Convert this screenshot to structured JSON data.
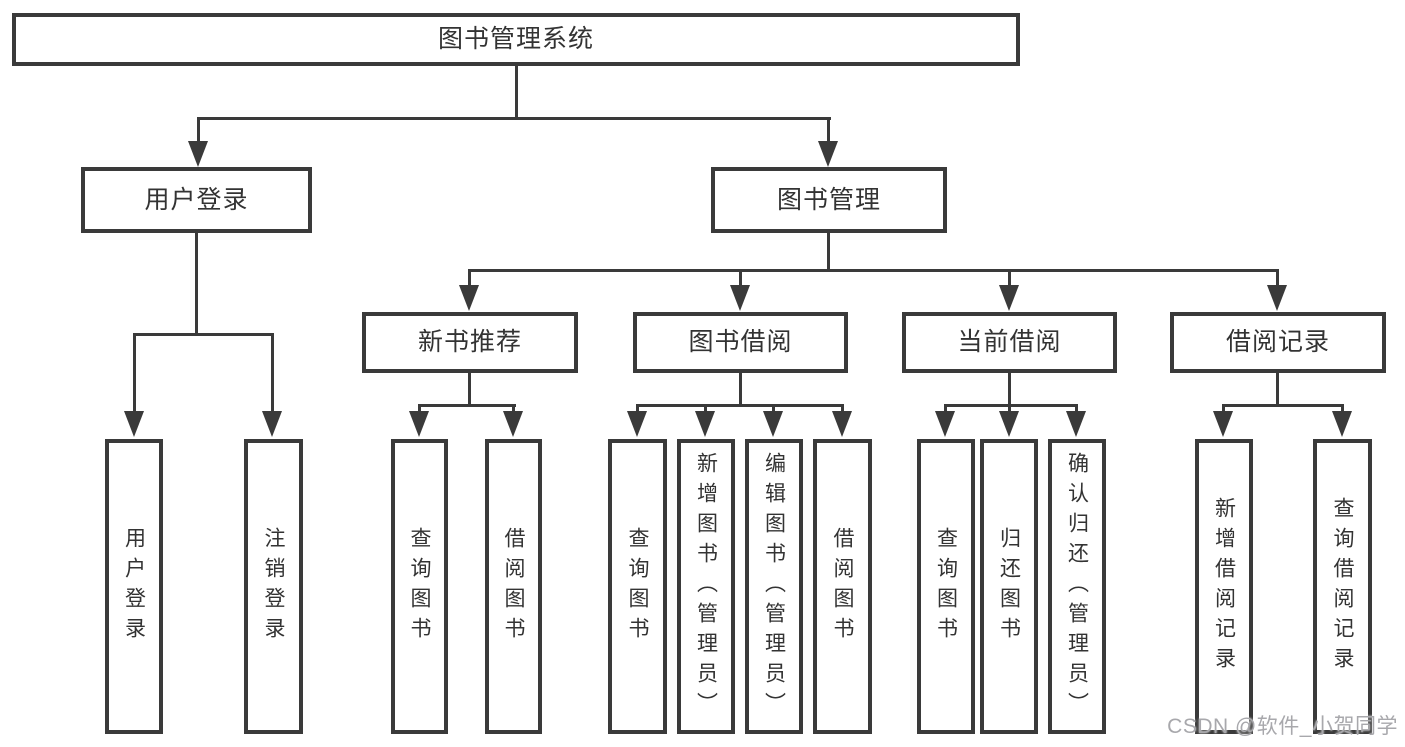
{
  "colors": {
    "line": "#3a3a3a",
    "text": "#333333",
    "background": "#ffffff",
    "watermark": "#a8a8ac"
  },
  "tree": {
    "root": {
      "label": "图书管理系统"
    },
    "children": [
      {
        "label": "用户登录",
        "children": [
          {
            "label": "用户登录"
          },
          {
            "label": "注销登录"
          }
        ]
      },
      {
        "label": "图书管理",
        "children": [
          {
            "label": "新书推荐",
            "children": [
              {
                "label": "查询图书"
              },
              {
                "label": "借阅图书"
              }
            ]
          },
          {
            "label": "图书借阅",
            "children": [
              {
                "label": "查询图书"
              },
              {
                "label": "新增图书（管理员）"
              },
              {
                "label": "编辑图书（管理员）"
              },
              {
                "label": "借阅图书"
              }
            ]
          },
          {
            "label": "当前借阅",
            "children": [
              {
                "label": "查询图书"
              },
              {
                "label": "归还图书"
              },
              {
                "label": "确认归还（管理员）"
              }
            ]
          },
          {
            "label": "借阅记录",
            "children": [
              {
                "label": "新增借阅记录"
              },
              {
                "label": "查询借阅记录"
              }
            ]
          }
        ]
      }
    ]
  },
  "watermark": {
    "text": "CSDN @软件_小贺同学"
  }
}
